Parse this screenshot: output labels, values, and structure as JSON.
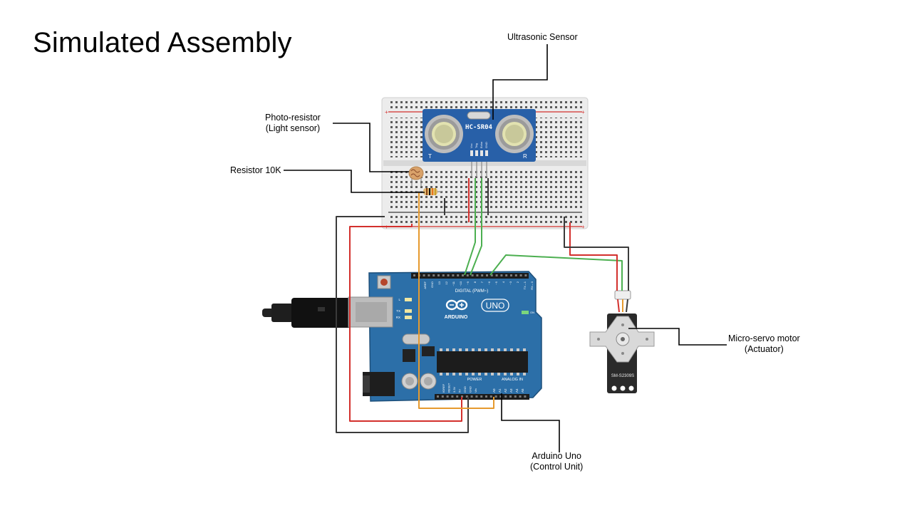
{
  "title": "Simulated Assembly",
  "labels": {
    "ultrasonic": {
      "line1": "Ultrasonic Sensor"
    },
    "photoresistor": {
      "line1": "Photo-resistor",
      "line2": "(Light sensor)"
    },
    "resistor": {
      "line1": "Resistor 10K"
    },
    "servo": {
      "line1": "Micro-servo motor",
      "line2": "(Actuator)"
    },
    "arduino": {
      "line1": "Arduino Uno",
      "line2": "(Control Unit)"
    }
  },
  "components": {
    "sensor_model": "HC-SR04",
    "sensor_pins": [
      "Vcc",
      "Trig",
      "Echo",
      "GND"
    ],
    "sensor_corner_left": "T",
    "sensor_corner_right": "R",
    "board_brand": "ARDUINO",
    "board_model": "UNO",
    "board_on": "ON",
    "header_digital": "DIGITAL (PWM~)",
    "header_power": "POWER",
    "header_analog": "ANALOG IN",
    "led_labels": [
      "L",
      "TX",
      "RX"
    ],
    "digital_pins": [
      "AREF",
      "GND",
      "13",
      "12",
      "~11",
      "~10",
      "~9",
      "8",
      "7",
      "~6",
      "~5",
      "4",
      "~3",
      "2",
      "TX→1",
      "RX←0"
    ],
    "power_pins": [
      "IOREF",
      "RESET",
      "3.3V",
      "5V",
      "GND",
      "GND",
      "Vin"
    ],
    "analog_pins": [
      "A0",
      "A1",
      "A2",
      "A3",
      "A4",
      "A5"
    ],
    "servo_model": "SM-S2309S"
  },
  "colors": {
    "wire_red": "#d3302d",
    "wire_black": "#3a3a3a",
    "wire_green": "#4caf50",
    "wire_orange": "#e69a2e",
    "arduino_blue": "#2c6fa8",
    "sensor_blue": "#2860a8",
    "breadboard": "#ececec"
  }
}
